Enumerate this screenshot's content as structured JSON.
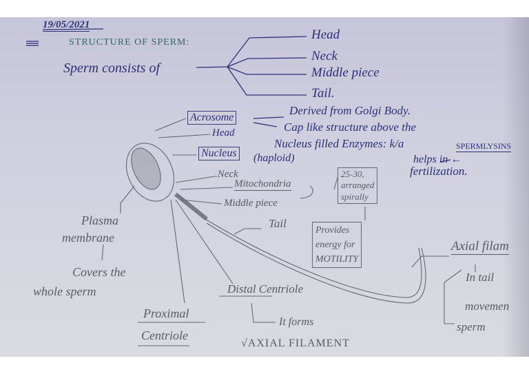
{
  "date": "19/05/2021",
  "title": "STRUCTURE OF SPERM:",
  "intro": "Sperm consists of",
  "parts": [
    "Head",
    "Neck",
    "Middle piece",
    "Tail."
  ],
  "head_section": {
    "acrosome": "Acrosome",
    "acrosome_notes": [
      "Derived from Golgi Body.",
      "Cap like structure above the",
      "Nucleus filled Enzymes: k/a",
      "SPERMLYSINS",
      "helps in ←",
      "fertilization."
    ],
    "head": "Head",
    "nucleus": "Nucleus",
    "nucleus_note": "(haploid)"
  },
  "neck_section": {
    "neck": ".Neck",
    "mitochondria": "Mitochondria",
    "middle_piece": "Middle piece",
    "mito_box": [
      "25-30,",
      "arranged",
      "spirally"
    ]
  },
  "tail_section": {
    "tail": "Tail",
    "energy_box": [
      "Provides",
      "energy for",
      "MOTILITY"
    ],
    "axial": "Axial filam",
    "in_tail": "In tail",
    "movement": [
      "movemen",
      "sperm"
    ]
  },
  "membrane": {
    "label": [
      "Plasma",
      "membrane"
    ],
    "note": [
      "Covers the",
      "whole sperm"
    ]
  },
  "centrioles": {
    "distal": "Distal Centriole",
    "distal_note": "It forms",
    "axial_filament": "√AXIAL FILAMENT",
    "proximal": [
      "Proximal",
      "Centriole"
    ]
  },
  "colors": {
    "blue_ink": "#2c2f78",
    "green_ink": "#2f6a63",
    "pencil": "#5a5a66",
    "paper": "#cfcfdf"
  }
}
